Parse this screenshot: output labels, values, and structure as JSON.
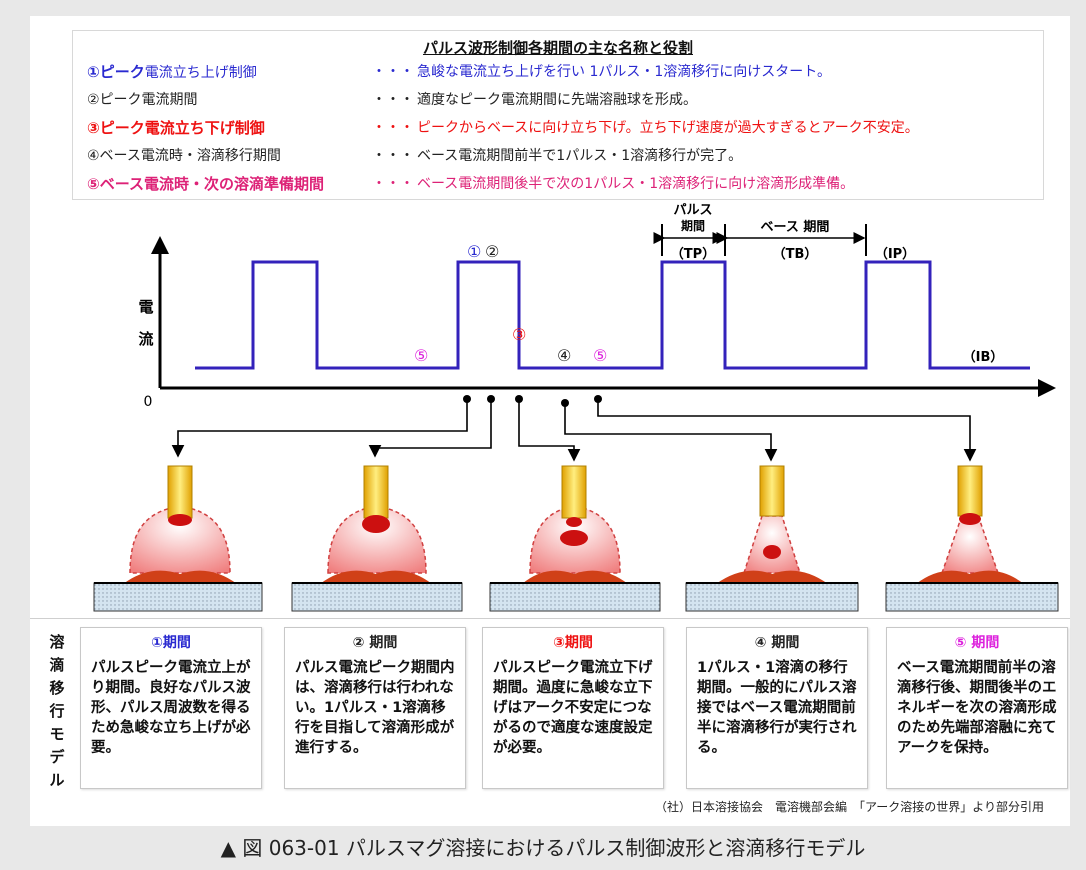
{
  "legend": {
    "title": "パルス波形制御各期間の主な名称と役割",
    "dots": "・・・",
    "rows": [
      {
        "label_bold": "①ピーク",
        "label_rest": "電流立ち上げ制御",
        "desc": "急峻な電流立ち上げを行い 1パルス・1溶滴移行に向けスタート。",
        "color": "#2a2ad0"
      },
      {
        "label_bold": "",
        "label_rest": "②ピーク電流期間",
        "desc": "適度なピーク電流期間に先端溶融球を形成。",
        "color": "#222222"
      },
      {
        "label_bold": "③ピーク電流立ち下げ制御",
        "label_rest": "",
        "desc": "ピークからベースに向け立ち下げ。立ち下げ速度が過大すぎるとアーク不安定。",
        "color": "#ee1111"
      },
      {
        "label_bold": "",
        "label_rest": "④ベース電流時・溶滴移行期間",
        "desc": "ベース電流期間前半で1パルス・1溶滴移行が完了。",
        "color": "#222222"
      },
      {
        "label_bold": "⑤ベース電流時・次の溶滴準備期間",
        "label_rest": "",
        "desc": "ベース電流期間後半で次の1パルス・1溶滴移行に向け溶滴形成準備。",
        "color": "#dd2277"
      }
    ]
  },
  "waveform": {
    "y_axis_label": "電流",
    "origin": "0",
    "markers": {
      "m1": "①",
      "m2": "②",
      "m3": "③",
      "m4": "④",
      "m5": "⑤"
    },
    "pulse_period_label_1": "パルス",
    "pulse_period_label_2": "期間",
    "tp": "（TP）",
    "base_period_label": "ベース 期間",
    "tb": "（TB）",
    "ip": "（IP）",
    "ib": "（IB）",
    "line_color": "#3322bb"
  },
  "models": {
    "vertical_label": [
      "溶",
      "滴",
      "移",
      "行",
      "モ",
      "デ",
      "ル"
    ],
    "boxes": [
      {
        "head": "①期間",
        "color": "#2a2ad0",
        "body": "パルスピーク電流立上がり期間。良好なパルス波形、パルス周波数を得るため急峻な立ち上げが必要。"
      },
      {
        "head": "② 期間",
        "color": "#222222",
        "body": "パルス電流ピーク期間内は、溶滴移行は行われない。1パルス・1溶滴移行を目指して溶滴形成が進行する。"
      },
      {
        "head": "③期間",
        "color": "#ee1111",
        "body": "パルスピーク電流立下げ期間。過度に急峻な立下げはアーク不安定につながるので適度な速度設定が必要。"
      },
      {
        "head": "④ 期間",
        "color": "#222222",
        "body": "1パルス・1溶滴の移行期間。一般的にパルス溶接ではベース電流期間前半に溶滴移行が実行される。"
      },
      {
        "head": "⑤ 期間",
        "color": "#dd22dd",
        "body": "ベース電流期間前半の溶滴移行後、期間後半のエネルギーを次の溶滴形成のため先端部溶融に充てアークを保持。"
      }
    ]
  },
  "source": "（社）日本溶接協会　電溶機部会編　「アーク溶接の世界」より部分引用",
  "caption": "▲ 図 063-01 パルスマグ溶接におけるパルス制御波形と溶滴移行モデル"
}
